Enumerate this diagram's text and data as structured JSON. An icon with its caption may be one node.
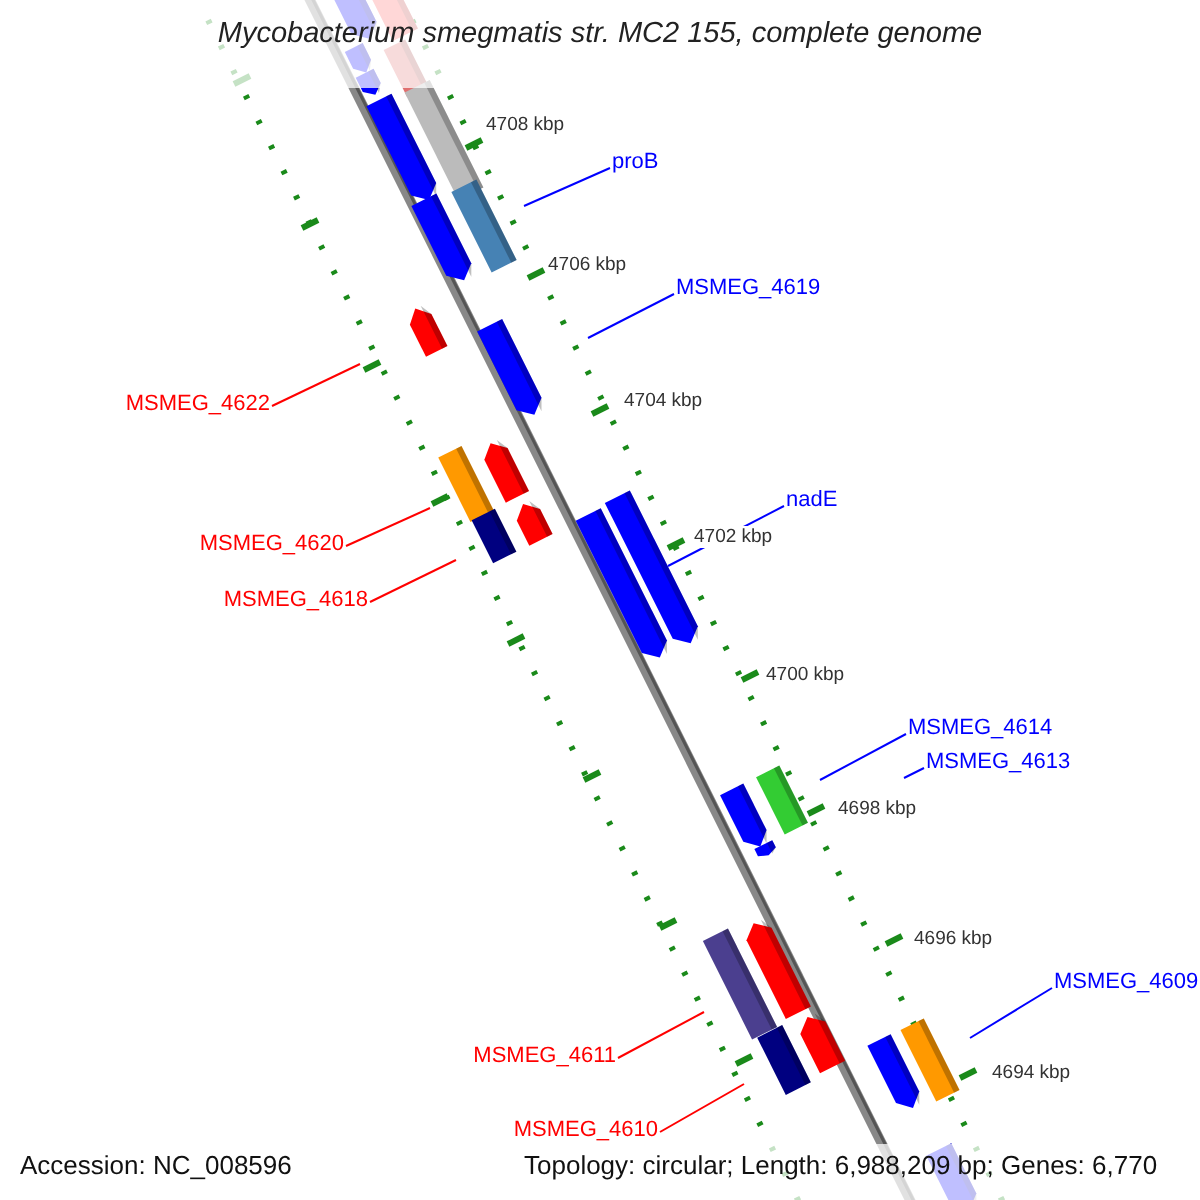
{
  "diagram": {
    "title": "Mycobacterium smegmatis str. MC2 155, complete genome",
    "nodes": [
      {
        "text": [
          "proB"
        ]
      },
      {
        "text": [
          "MSMEG_4619"
        ]
      },
      {
        "text": [
          "MSMEG_4622"
        ]
      },
      {
        "text": [
          "nadE"
        ]
      },
      {
        "text": [
          "MSMEG_4620"
        ]
      },
      {
        "text": [
          "MSMEG_4618"
        ]
      },
      {
        "text": [
          "MSMEG_4614"
        ]
      },
      {
        "text": [
          "MSMEG_4613"
        ]
      },
      {
        "text": [
          "MSMEG_4611"
        ]
      },
      {
        "text": [
          "MSMEG_4609"
        ]
      },
      {
        "text": [
          "MSMEG_4610"
        ]
      },
      {
        "text": [],
        "shape": "bar"
      }
    ],
    "edges": [
      {
        "from": 0,
        "to": null,
        "arrow": "none"
      },
      {
        "from": 1,
        "to": null,
        "arrow": "none"
      },
      {
        "from": 2,
        "to": null,
        "arrow": "none",
        "color": "#ff0000"
      },
      {
        "from": 3,
        "to": 11,
        "arrow": "none"
      },
      {
        "from": 4,
        "to": null,
        "arrow": "none",
        "color": "#ff0000"
      },
      {
        "from": 5,
        "to": null,
        "arrow": "none",
        "color": "#ff0000"
      },
      {
        "from": 6,
        "to": null,
        "arrow": "none"
      },
      {
        "from": 7,
        "to": null,
        "arrow": "none"
      },
      {
        "from": 8,
        "to": null,
        "arrow": "none",
        "color": "#ff0000"
      },
      {
        "from": 9,
        "to": null,
        "arrow": "none"
      },
      {
        "from": 10,
        "to": null,
        "arrow": "none",
        "color": "#ff0000"
      }
    ],
    "labels": [
      "4708 kbp",
      "4706 kbp",
      "4704 kbp",
      "4702 kbp",
      "4700 kbp",
      "4698 kbp",
      "4696 kbp",
      "4694 kbp",
      "Accession: NC_008596",
      "Topology: circular; Length: 6,988,209 bp; Genes: 6,770"
    ]
  }
}
